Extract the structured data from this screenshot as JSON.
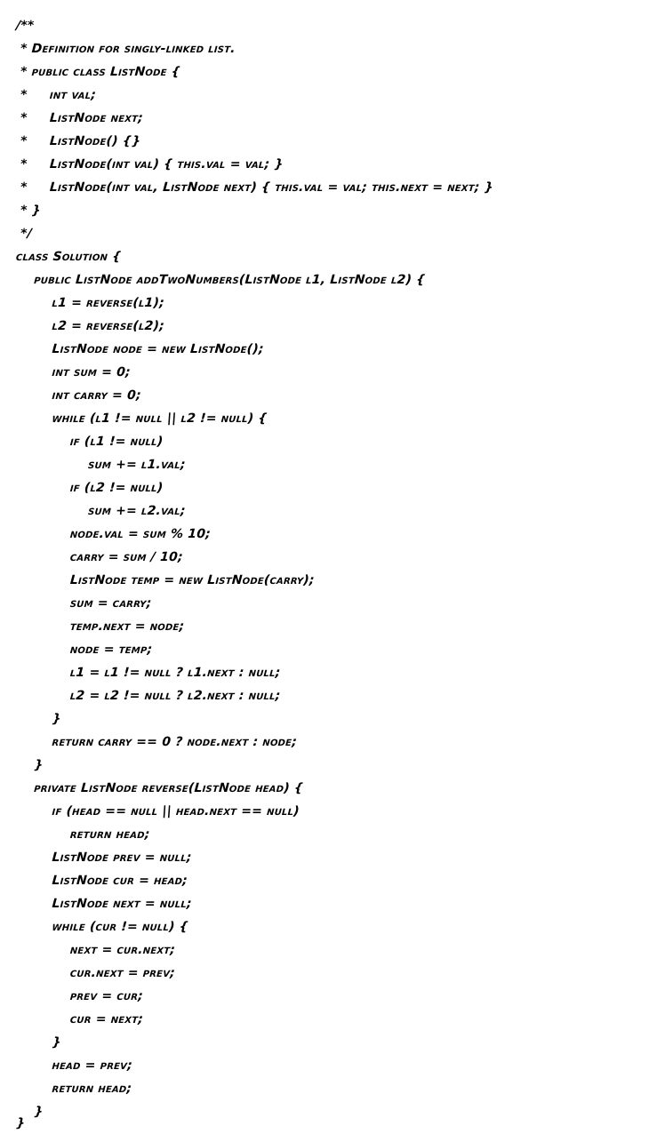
{
  "code": {
    "lines": [
      "/**",
      " * Definition for singly-linked list.",
      " * public class ListNode {",
      " *     int val;",
      " *     ListNode next;",
      " *     ListNode() {}",
      " *     ListNode(int val) { this.val = val; }",
      " *     ListNode(int val, ListNode next) { this.val = val; this.next = next; }",
      " * }",
      " */",
      "class Solution {",
      "    public ListNode addTwoNumbers(ListNode l1, ListNode l2) {",
      "        l1 = reverse(l1);",
      "        l2 = reverse(l2);",
      "        ListNode node = new ListNode();",
      "        int sum = 0;",
      "        int carry = 0;",
      "        while (l1 != null || l2 != null) {",
      "            if (l1 != null)",
      "                sum += l1.val;",
      "            if (l2 != null)",
      "                sum += l2.val;",
      "            node.val = sum % 10;",
      "            carry = sum / 10;",
      "            ListNode temp = new ListNode(carry);",
      "            sum = carry;",
      "            temp.next = node;",
      "            node = temp;",
      "            l1 = l1 != null ? l1.next : null;",
      "            l2 = l2 != null ? l2.next : null;",
      "        }",
      "        return carry == 0 ? node.next : node;",
      "    }",
      "    private ListNode reverse(ListNode head) {",
      "        if (head == null || head.next == null)",
      "            return head;",
      "        ListNode prev = null;",
      "        ListNode cur = head;",
      "        ListNode next = null;",
      "        while (cur != null) {",
      "            next = cur.next;",
      "            cur.next = prev;",
      "            prev = cur;",
      "            cur = next;",
      "        }",
      "        head = prev;",
      "        return head;",
      "    }",
      "}"
    ]
  }
}
